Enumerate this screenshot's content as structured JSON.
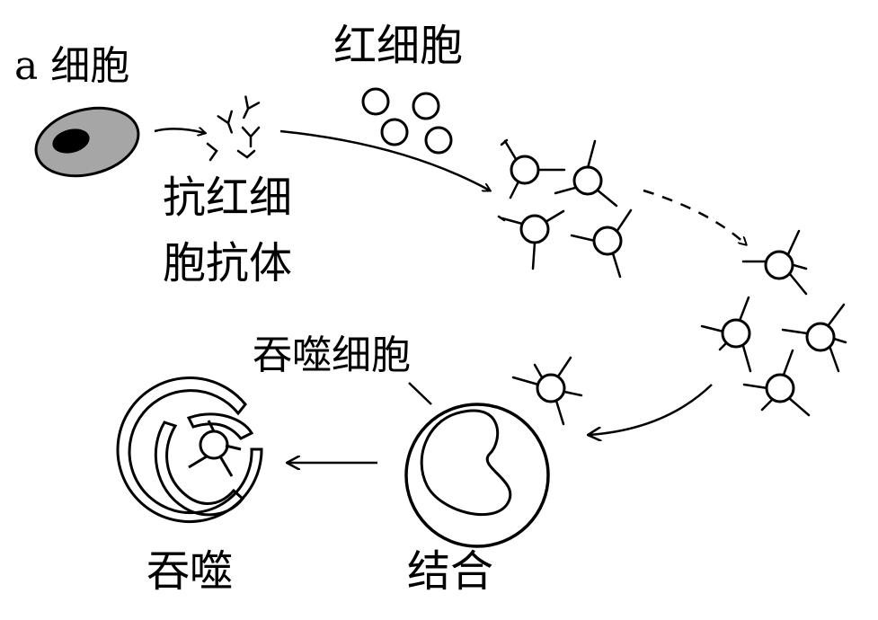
{
  "labels": {
    "a_cell": "a 细胞",
    "red_cells": "红细胞",
    "antibody_line1": "抗红细",
    "antibody_line2": "胞抗体",
    "macrophage": "吞噬细胞",
    "binding": "结合",
    "phagocytosis": "吞噬"
  },
  "colors": {
    "stroke": "#000000",
    "cell_fill": "#a6a6a6",
    "nucleus_fill": "#000000",
    "background": "#ffffff"
  }
}
